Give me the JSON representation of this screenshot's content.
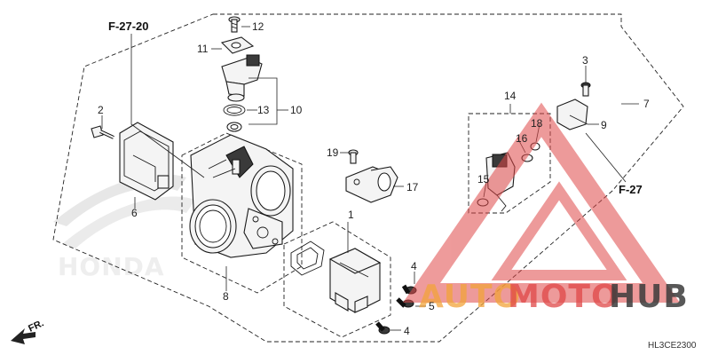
{
  "diagram": {
    "labels": [
      {
        "id": "1",
        "text": "1"
      },
      {
        "id": "2",
        "text": "2"
      },
      {
        "id": "3",
        "text": "3"
      },
      {
        "id": "4a",
        "text": "4"
      },
      {
        "id": "4b",
        "text": "4"
      },
      {
        "id": "5",
        "text": "5"
      },
      {
        "id": "6",
        "text": "6"
      },
      {
        "id": "7",
        "text": "7"
      },
      {
        "id": "8",
        "text": "8"
      },
      {
        "id": "9",
        "text": "9"
      },
      {
        "id": "10",
        "text": "10"
      },
      {
        "id": "11",
        "text": "11"
      },
      {
        "id": "12",
        "text": "12"
      },
      {
        "id": "13",
        "text": "13"
      },
      {
        "id": "14",
        "text": "14"
      },
      {
        "id": "15",
        "text": "15"
      },
      {
        "id": "16",
        "text": "16"
      },
      {
        "id": "17",
        "text": "17"
      },
      {
        "id": "18",
        "text": "18"
      },
      {
        "id": "19",
        "text": "19"
      }
    ],
    "refs": {
      "top_left": "F-27-20",
      "right": "F-27",
      "front": "FR."
    },
    "diagram_code": "HL3CE2300",
    "background_brand": "HONDA",
    "watermark": {
      "text_part1": "AUTO",
      "text_part2": "MOTO",
      "text_part3": "HUB",
      "color_accent": "#f2a43a",
      "color_primary": "#e04848",
      "color_dark": "#3c3c3c"
    }
  }
}
